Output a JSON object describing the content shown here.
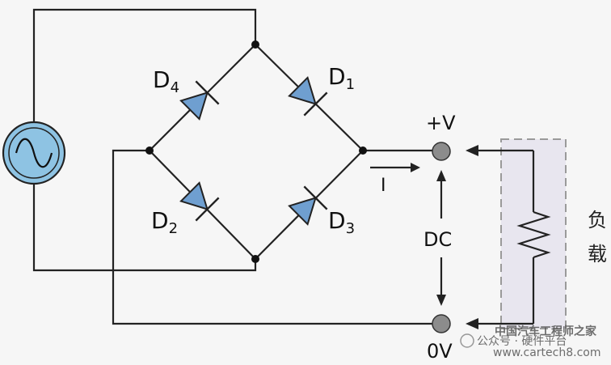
{
  "diagram": {
    "type": "bridge-rectifier",
    "diodes": [
      {
        "id": "D1",
        "letter": "D",
        "sub": "1"
      },
      {
        "id": "D2",
        "letter": "D",
        "sub": "2"
      },
      {
        "id": "D3",
        "letter": "D",
        "sub": "3"
      },
      {
        "id": "D4",
        "letter": "D",
        "sub": "4"
      }
    ],
    "plus_label": "+V",
    "zero_label": "0V",
    "current_label": "I",
    "dc_label": "DC",
    "load_label_1": "负",
    "load_label_2": "载",
    "source": "ac-source-icon"
  },
  "colors": {
    "wire": "#222222",
    "diode": "#6f9fd0",
    "source": "#8ec3e3",
    "terminal": "#8c8c8c",
    "load_box": "#e8e6ef"
  },
  "watermark": {
    "wechat_text": "公众号 · 硬件平台",
    "site_text": "中国汽车工程师之家",
    "url": "www.cartech8.com"
  }
}
